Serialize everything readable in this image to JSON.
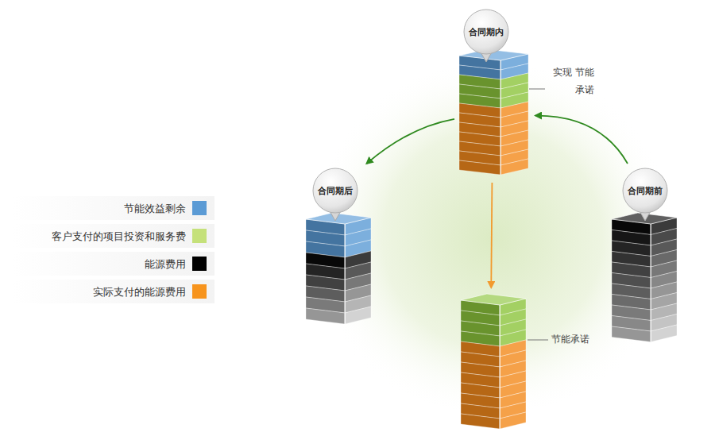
{
  "diagram": {
    "nodes": [
      {
        "text": [
          "合同期内"
        ]
      },
      {
        "text": [
          "合同期后"
        ]
      },
      {
        "text": [
          "合同期前"
        ]
      },
      {
        "text": [
          "节能承诺"
        ]
      }
    ],
    "edges": [
      {
        "from": 0,
        "to": 1,
        "arrow": "to"
      },
      {
        "from": 2,
        "to": 0,
        "arrow": "to"
      },
      {
        "from": 0,
        "to": 3,
        "arrow": "to"
      }
    ],
    "labels": [
      "实现 节能承诺"
    ],
    "legend": [
      {
        "text": "节能效益剩余",
        "color": "#5b9bd5"
      },
      {
        "text": "客户支付的项目投资和服务费",
        "color": "#c5e17a"
      },
      {
        "text": "能源费用",
        "color": "#000000"
      },
      {
        "text": "实际支付的能源费用",
        "color": "#f7941d"
      }
    ]
  }
}
